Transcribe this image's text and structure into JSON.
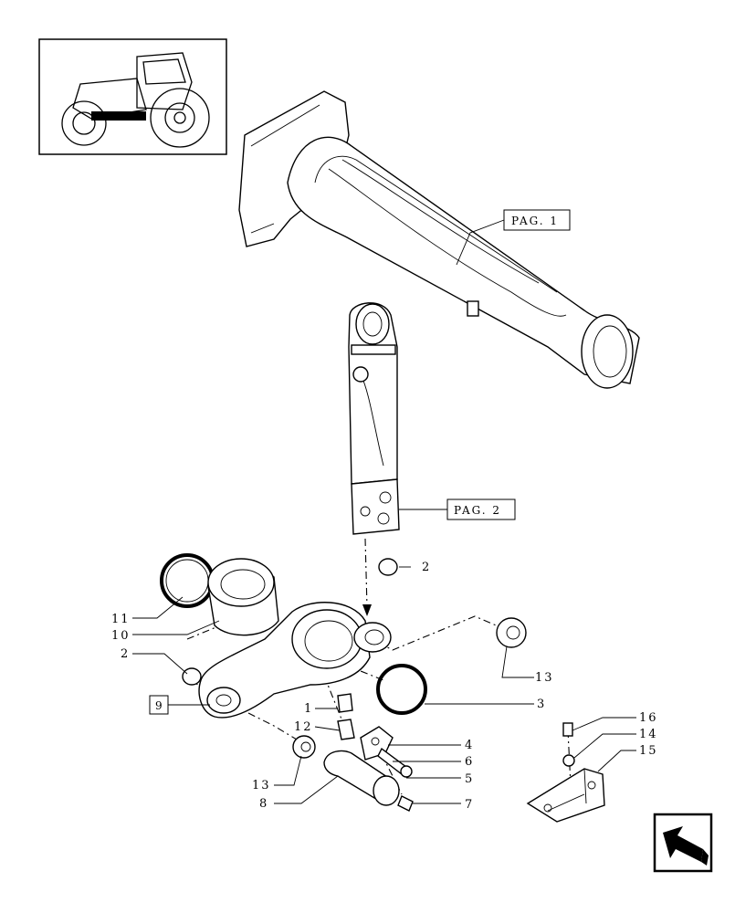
{
  "refs": {
    "pag1": "PAG. 1",
    "pag2": "PAG. 2",
    "box9": "9"
  },
  "callouts": {
    "c1": "1",
    "c2a": "2",
    "c2b": "2",
    "c3": "3",
    "c4": "4",
    "c5": "5",
    "c6": "6",
    "c7": "7",
    "c8": "8",
    "c10": "10",
    "c11": "11",
    "c12": "12",
    "c13a": "13",
    "c13b": "13",
    "c14": "14",
    "c15": "15",
    "c16": "16"
  },
  "icons": {
    "thumbnail": "tractor-thumbnail-icon",
    "navigation": "next-page-arrow-icon"
  }
}
